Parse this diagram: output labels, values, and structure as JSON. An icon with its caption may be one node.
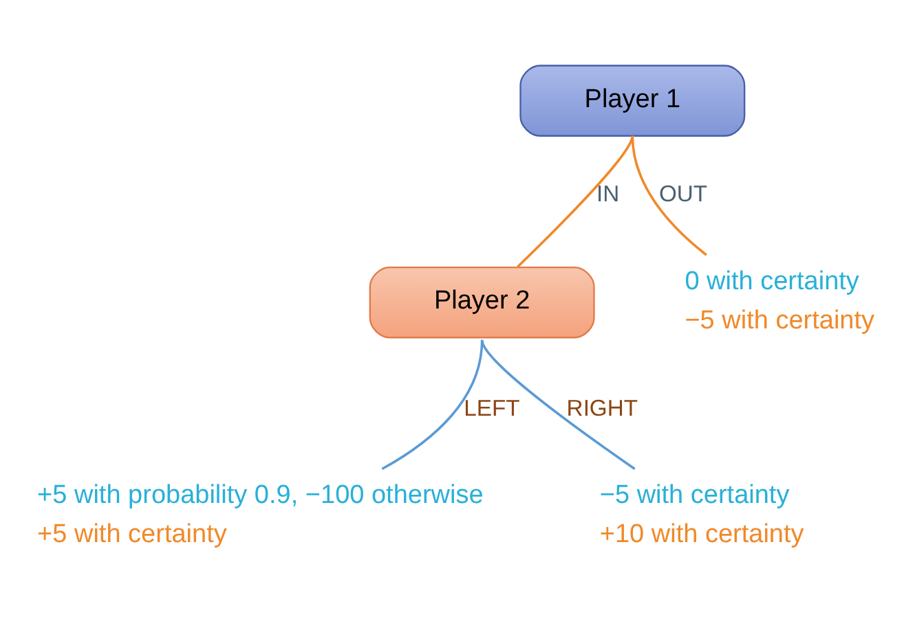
{
  "diagram": {
    "nodes": [
      {
        "text": [
          "Player 1"
        ]
      },
      {
        "text": [
          "Player 2"
        ]
      },
      {
        "text": [
          "0 with certainty",
          "−5 with certainty"
        ]
      },
      {
        "text": [
          "+5 with probability 0.9, −100 otherwise",
          "+5 with certainty"
        ]
      },
      {
        "text": [
          "−5 with certainty",
          "+10 with certainty"
        ]
      }
    ],
    "edges": [
      {
        "from": 0,
        "to": 1,
        "arrow": "none",
        "label": "IN",
        "color": "#f0892a"
      },
      {
        "from": 0,
        "to": 2,
        "arrow": "none",
        "label": "OUT",
        "color": "#f0892a"
      },
      {
        "from": 1,
        "to": 3,
        "arrow": "none",
        "label": "LEFT",
        "color": "#5b9bd5"
      },
      {
        "from": 1,
        "to": 4,
        "arrow": "none",
        "label": "RIGHT",
        "color": "#5b9bd5"
      }
    ]
  }
}
